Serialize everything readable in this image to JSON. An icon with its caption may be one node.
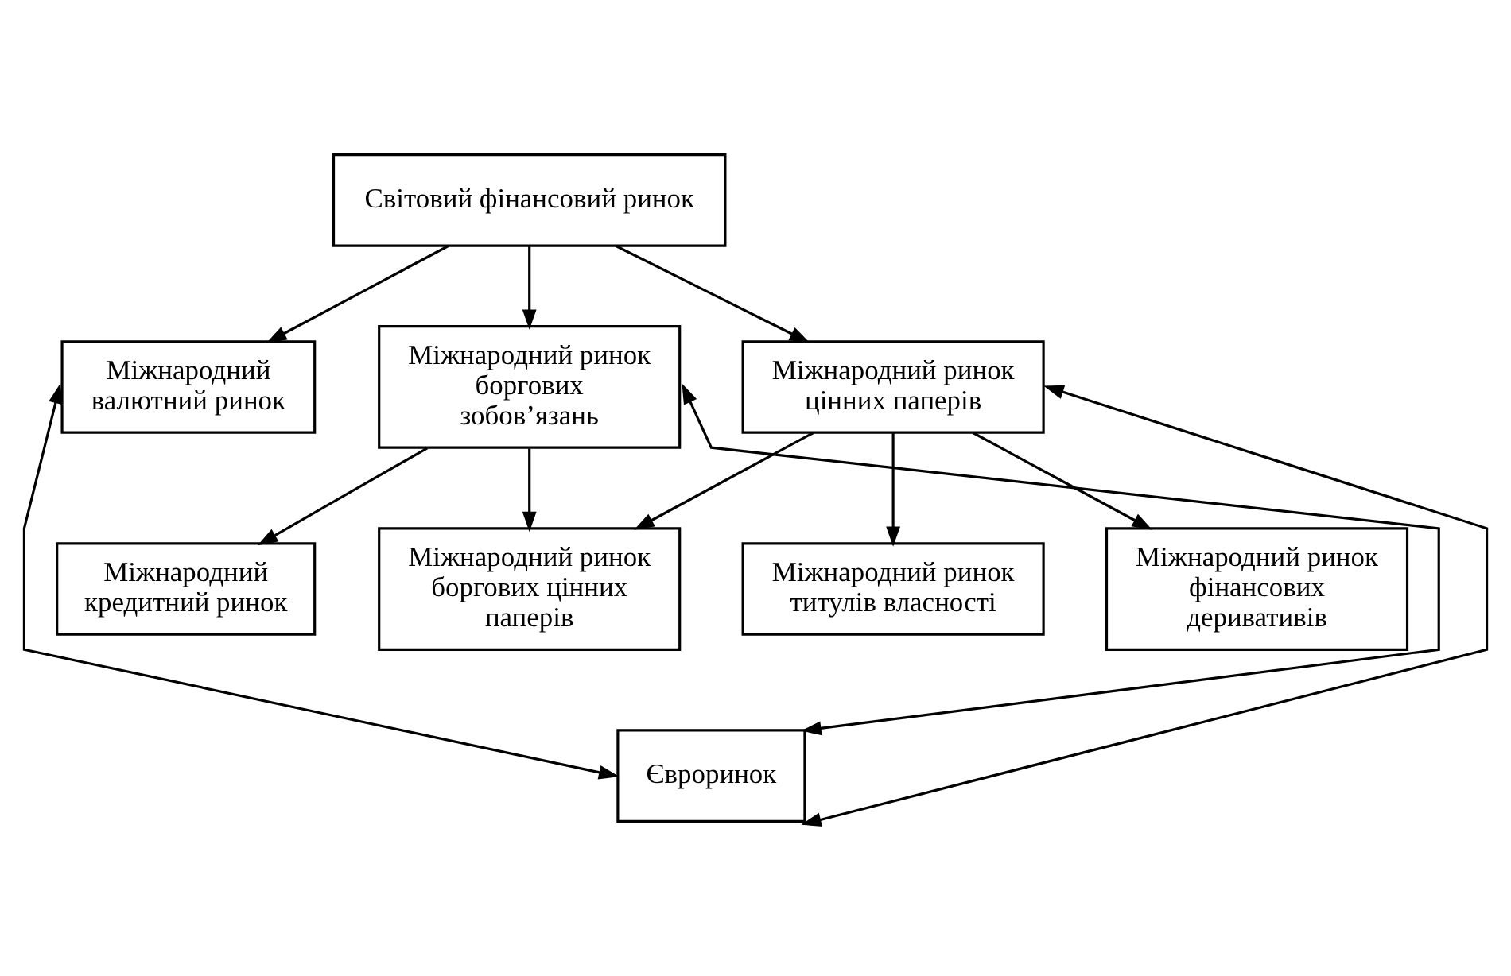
{
  "diagram": {
    "nodes": [
      {
        "text": [
          "Світовий фінансовий ринок"
        ]
      },
      {
        "text": [
          "Міжнародний валютний ринок"
        ]
      },
      {
        "text": [
          "Міжнародний ринок боргових зобов’язань"
        ]
      },
      {
        "text": [
          "Міжнародний ринок цінних паперів"
        ]
      },
      {
        "text": [
          "Міжнародний кредитний ринок"
        ]
      },
      {
        "text": [
          "Міжнародний ринок боргових цінних паперів"
        ]
      },
      {
        "text": [
          "Міжнародний ринок титулів власності"
        ]
      },
      {
        "text": [
          "Міжнародний ринок фінансових деривативів"
        ]
      },
      {
        "text": [
          "Євроринок"
        ]
      }
    ],
    "edges": [
      {
        "from": 0,
        "to": 1,
        "arrow": "to"
      },
      {
        "from": 0,
        "to": 2,
        "arrow": "to"
      },
      {
        "from": 0,
        "to": 3,
        "arrow": "to"
      },
      {
        "from": 2,
        "to": 4,
        "arrow": "to"
      },
      {
        "from": 2,
        "to": 5,
        "arrow": "to"
      },
      {
        "from": 3,
        "to": 5,
        "arrow": "to"
      },
      {
        "from": 3,
        "to": 6,
        "arrow": "to"
      },
      {
        "from": 3,
        "to": 7,
        "arrow": "to"
      },
      {
        "from": 1,
        "to": 8,
        "arrow": "both"
      },
      {
        "from": 2,
        "to": 8,
        "arrow": "both"
      },
      {
        "from": 3,
        "to": 8,
        "arrow": "both"
      }
    ]
  }
}
